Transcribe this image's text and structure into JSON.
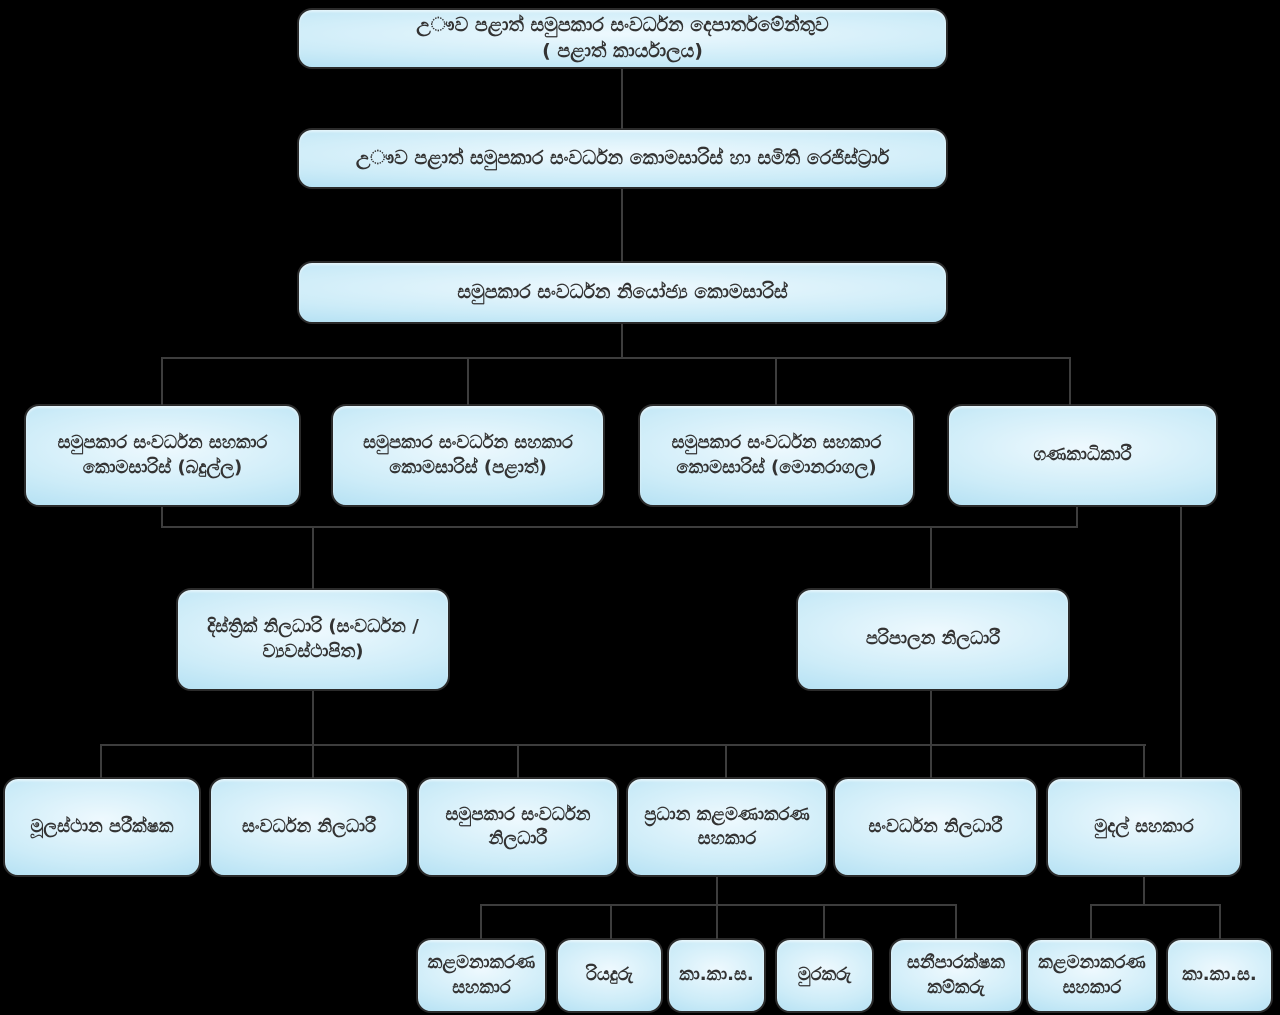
{
  "diagram": {
    "type": "org-chart",
    "language": "Sinhala",
    "colors": {
      "background": "#000000",
      "box_fill_center": "#eef9fe",
      "box_fill_edge": "#9fd7ef",
      "box_border": "#2b2b2b",
      "connector": "#3d3d3d",
      "text": "#333333"
    },
    "nodes": {
      "department": {
        "label": "උෟව පළාත් සමුපකාර සංවර්ධන දෙපාර්තමේන්තුව",
        "label_line2": "( පළාත් කාර්යාලය)"
      },
      "commissioner_registrar": {
        "label": "උෟව පළාත් සමුපකාර සංවර්ධන කොමසාරිස් හා සමිති රෙජිස්ට්‍රාර්"
      },
      "deputy_commissioner": {
        "label": "සමුපකාර සංවර්ධන නියෝජ්‍ය කොමසාරිස්"
      },
      "asst_commissioner_badulla": {
        "label": "සමුපකාර සංවර්ධන සහකාර කොමසාරිස් (බදුල්ල)"
      },
      "asst_commissioner_provincial": {
        "label": "සමුපකාර සංවර්ධන සහකාර කොමසාරිස් (පළාත්)"
      },
      "asst_commissioner_monaragala": {
        "label": "සමුපකාර සංවර්ධන සහකාර කොමසාරිස් (මොනරාගල)"
      },
      "accountant": {
        "label": "ගණකාධිකාරී"
      },
      "district_officer": {
        "label": "දිස්ත්‍රික් නිලධාරි (සංවර්ධන /ව්‍යවස්ථාපිත)"
      },
      "admin_officer": {
        "label": "පරිපාලන නිලධාරී"
      },
      "hq_inspector": {
        "label": "මූලස්ථාන පරීක්ෂක"
      },
      "development_officer_1": {
        "label": "සංවර්ධන නිලධාරී"
      },
      "coop_development_officer": {
        "label": "සමුපකාර සංවර්ධන නිලධාරී"
      },
      "chief_management_assistant": {
        "label": "ප්‍රධාන කළමණාකරණ සහකාර"
      },
      "development_officer_2": {
        "label": "සංවර්ධන නිලධාරී"
      },
      "finance_assistant": {
        "label": "මුදල් සහකාර"
      },
      "management_assistant_1": {
        "label": "කළමනාකරණ සහකාර"
      },
      "driver": {
        "label": "රියදුරු"
      },
      "office_aide_1": {
        "label": "කා.කා.ස."
      },
      "watcher": {
        "label": "මුරකරු"
      },
      "sanitary_worker": {
        "label": "සනීපාරක්ෂක කම්කරු"
      },
      "management_assistant_2": {
        "label": "කළමනාකරණ සහකාර"
      },
      "office_aide_2": {
        "label": "කා.කා.ස."
      }
    }
  }
}
